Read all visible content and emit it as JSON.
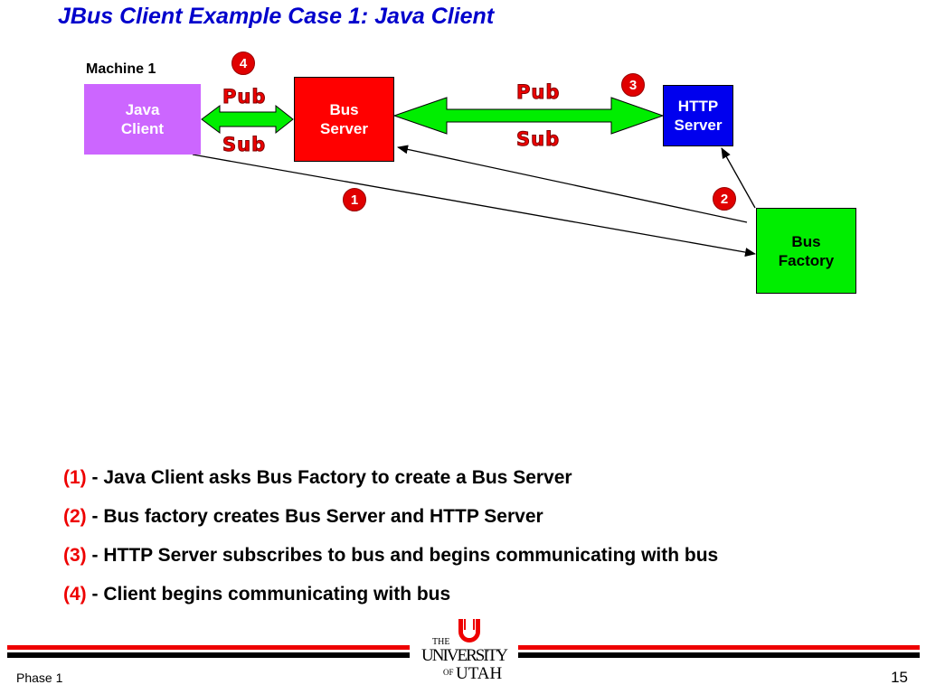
{
  "title": "JBus Client Example Case 1: Java Client",
  "machine_label": "Machine 1",
  "nodes": {
    "java_client": {
      "line1": "Java",
      "line2": "Client",
      "color": "#cc66ff"
    },
    "bus_server": {
      "line1": "Bus",
      "line2": "Server",
      "color": "#ff0000"
    },
    "http_server": {
      "line1": "HTTP",
      "line2": "Server",
      "color": "#0000ee"
    },
    "bus_factory": {
      "line1": "Bus",
      "line2": "Factory",
      "color": "#00ee00"
    }
  },
  "link_labels": {
    "pub": "Pub",
    "sub": "Sub"
  },
  "badges": [
    "1",
    "2",
    "3",
    "4"
  ],
  "steps": [
    {
      "num": "(1)",
      "text": " - Java Client asks Bus Factory to create a  Bus Server"
    },
    {
      "num": "(2)",
      "text": " - Bus factory creates Bus Server and HTTP Server"
    },
    {
      "num": "(3)",
      "text": " - HTTP Server subscribes to bus and begins communicating with bus"
    },
    {
      "num": "(4)",
      "text": " - Client begins communicating with bus"
    }
  ],
  "footer": {
    "left": "Phase 1",
    "page_number": "15",
    "logo": {
      "the": "THE",
      "university": "UNIVERSITY",
      "of": "OF",
      "utah": "UTAH"
    }
  },
  "colors": {
    "accent_red": "#ee0000",
    "title_blue": "#0000cc",
    "arrow_green": "#00ee00"
  }
}
